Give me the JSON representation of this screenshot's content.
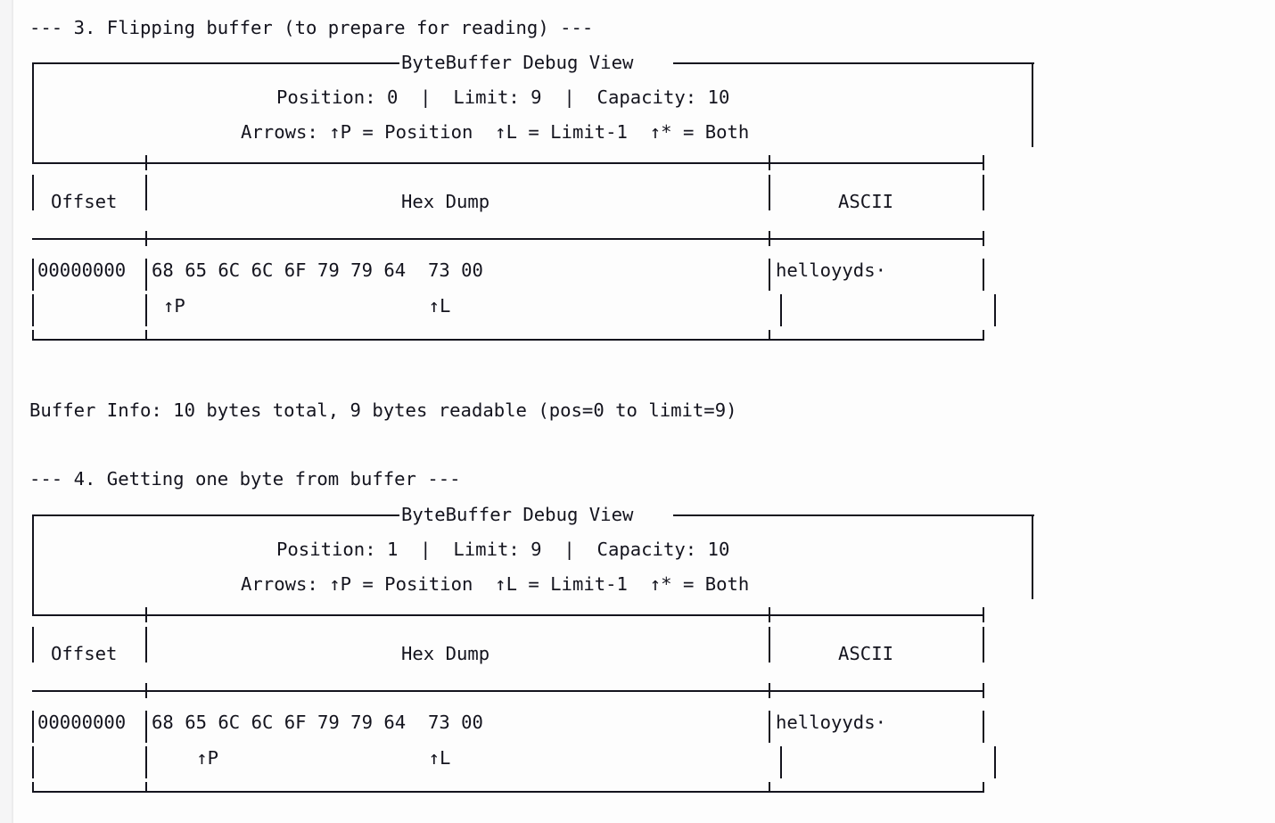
{
  "document": {
    "kind": "terminal-output",
    "background_color": "#ffffff",
    "text_color": "#14141e",
    "rule_color": "#14141e"
  },
  "sections": [
    {
      "heading": "--- 3. Flipping buffer (to prepare for reading) ---",
      "panel": {
        "title": "ByteBuffer Debug View",
        "stats_line": "Position: 0  |  Limit: 9  |  Capacity: 10",
        "position_label": "Position:",
        "position_value": "0",
        "limit_label": "Limit:",
        "limit_value": "9",
        "capacity_label": "Capacity:",
        "capacity_value": "10",
        "arrows_line": "Arrows: ↑P = Position  ↑L = Limit-1  ↑* = Both",
        "arrows_label": "Arrows:",
        "legend": [
          "↑P = Position",
          "↑L = Limit-1",
          "↑* = Both"
        ],
        "columns": {
          "offset": "Offset",
          "hex_dump": "Hex Dump",
          "ascii": "ASCII"
        },
        "rows": [
          {
            "offset": "00000000",
            "hex": "68 65 6C 6C 6F 79 79 64  73 00",
            "hex_bytes": [
              "68",
              "65",
              "6C",
              "6C",
              "6F",
              "79",
              "79",
              "64",
              "73",
              "00"
            ],
            "ascii": "helloyyds·",
            "markers": "↑P                      ↑L",
            "marker_position": "↑P",
            "marker_limit": "↑L",
            "marker_position_index": 0,
            "marker_limit_index": 8
          }
        ]
      }
    },
    {
      "info_line": "Buffer Info: 10 bytes total, 9 bytes readable (pos=0 to limit=9)",
      "info": {
        "label": "Buffer Info:",
        "total": "10 bytes total",
        "readable": "9 bytes readable",
        "range": "(pos=0 to limit=9)"
      }
    },
    {
      "heading": "--- 4. Getting one byte from buffer ---",
      "panel": {
        "title": "ByteBuffer Debug View",
        "stats_line": "Position: 1  |  Limit: 9  |  Capacity: 10",
        "position_label": "Position:",
        "position_value": "1",
        "limit_label": "Limit:",
        "limit_value": "9",
        "capacity_label": "Capacity:",
        "capacity_value": "10",
        "arrows_line": "Arrows: ↑P = Position  ↑L = Limit-1  ↑* = Both",
        "arrows_label": "Arrows:",
        "legend": [
          "↑P = Position",
          "↑L = Limit-1",
          "↑* = Both"
        ],
        "columns": {
          "offset": "Offset",
          "hex_dump": "Hex Dump",
          "ascii": "ASCII"
        },
        "rows": [
          {
            "offset": "00000000",
            "hex": "68 65 6C 6C 6F 79 79 64  73 00",
            "hex_bytes": [
              "68",
              "65",
              "6C",
              "6C",
              "6F",
              "79",
              "79",
              "64",
              "73",
              "00"
            ],
            "ascii": "helloyyds·",
            "markers": "   ↑P                   ↑L",
            "marker_position": "↑P",
            "marker_limit": "↑L",
            "marker_position_index": 1,
            "marker_limit_index": 8
          }
        ]
      }
    }
  ]
}
